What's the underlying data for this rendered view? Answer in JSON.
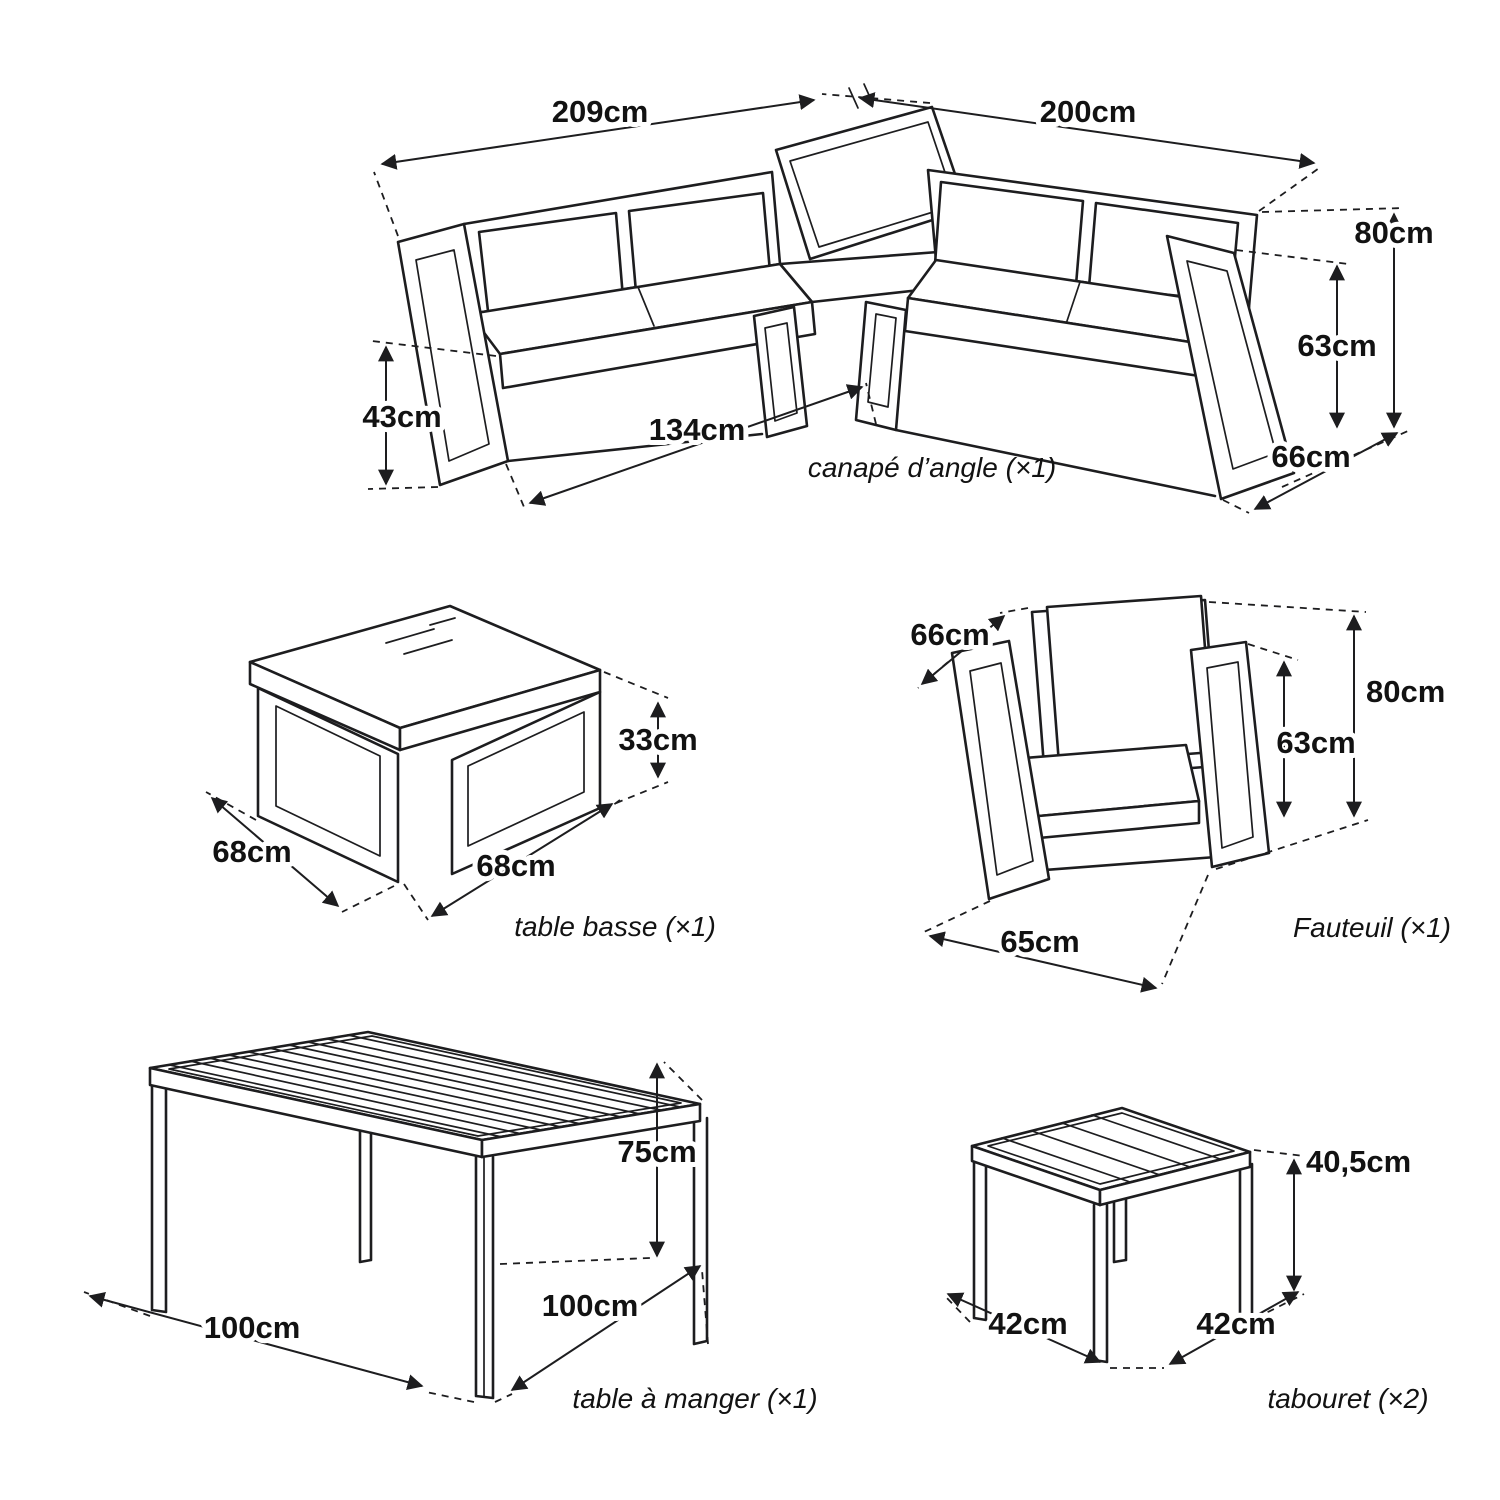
{
  "page": {
    "background": "#ffffff",
    "line_color": "#1d1d1f"
  },
  "sofa": {
    "caption": "canapé d’angle (×1)",
    "width_left": "209cm",
    "width_right": "200cm",
    "height_total": "80cm",
    "height_backrest": "63cm",
    "height_seat": "43cm",
    "length_seat": "134cm",
    "depth": "66cm"
  },
  "coffee_table": {
    "caption": "table basse (×1)",
    "height": "33cm",
    "depth": "68cm",
    "width": "68cm"
  },
  "armchair": {
    "caption": "Fauteuil (×1)",
    "depth": "66cm",
    "height_total": "80cm",
    "height_backrest": "63cm",
    "width": "65cm"
  },
  "dining_table": {
    "caption": "table à manger (×1)",
    "height": "75cm",
    "depth": "100cm",
    "width": "100cm"
  },
  "stool": {
    "caption": "tabouret (×2)",
    "height": "40,5cm",
    "depth": "42cm",
    "width": "42cm"
  }
}
